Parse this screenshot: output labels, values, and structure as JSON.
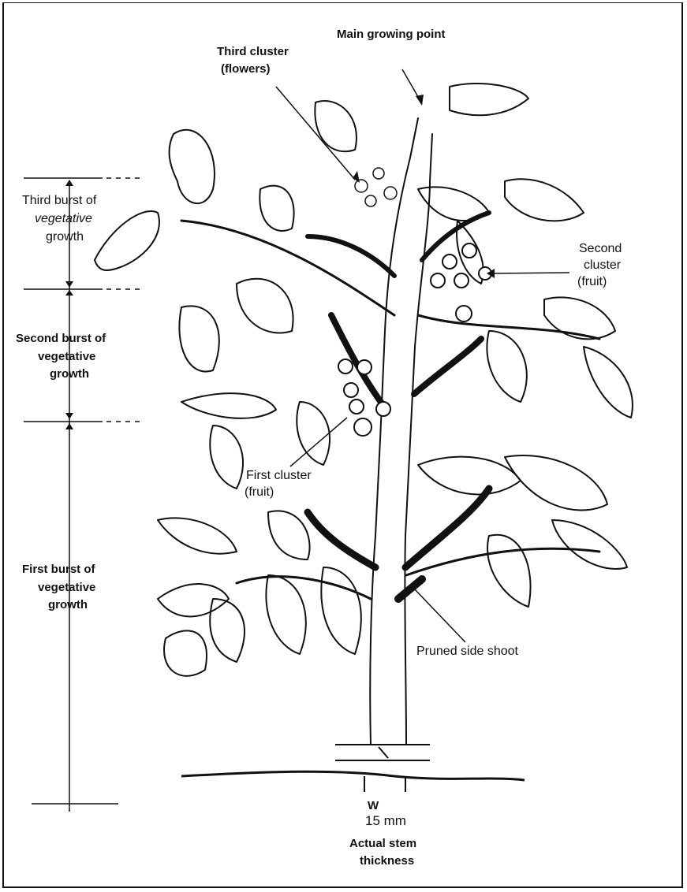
{
  "labels": {
    "main_growing_point": "Main growing point",
    "third_cluster_line1": "Third cluster",
    "third_cluster_line2": "(flowers)",
    "second_cluster_line1": "Second",
    "second_cluster_line2": "cluster",
    "second_cluster_line3": "(fruit)",
    "first_cluster_line1": "First cluster",
    "first_cluster_line2": "(fruit)",
    "pruned_side_shoot": "Pruned side shoot",
    "third_burst_line1": "Third burst of",
    "third_burst_line2": "vegetative",
    "third_burst_line3": "growth",
    "second_burst_line1": "Second burst of",
    "second_burst_line2": "vegetative",
    "second_burst_line3": "growth",
    "first_burst_line1": "First burst of",
    "first_burst_line2": "vegetative",
    "first_burst_line3": "growth",
    "stem_w": "W",
    "stem_size": "15 mm",
    "stem_caption_line1": "Actual stem",
    "stem_caption_line2": "thickness"
  },
  "colors": {
    "ink": "#111111",
    "paper": "#ffffff"
  },
  "icons": {
    "arrow": "arrow-icon",
    "fruit": "fruit-icon",
    "flower": "flower-icon"
  }
}
